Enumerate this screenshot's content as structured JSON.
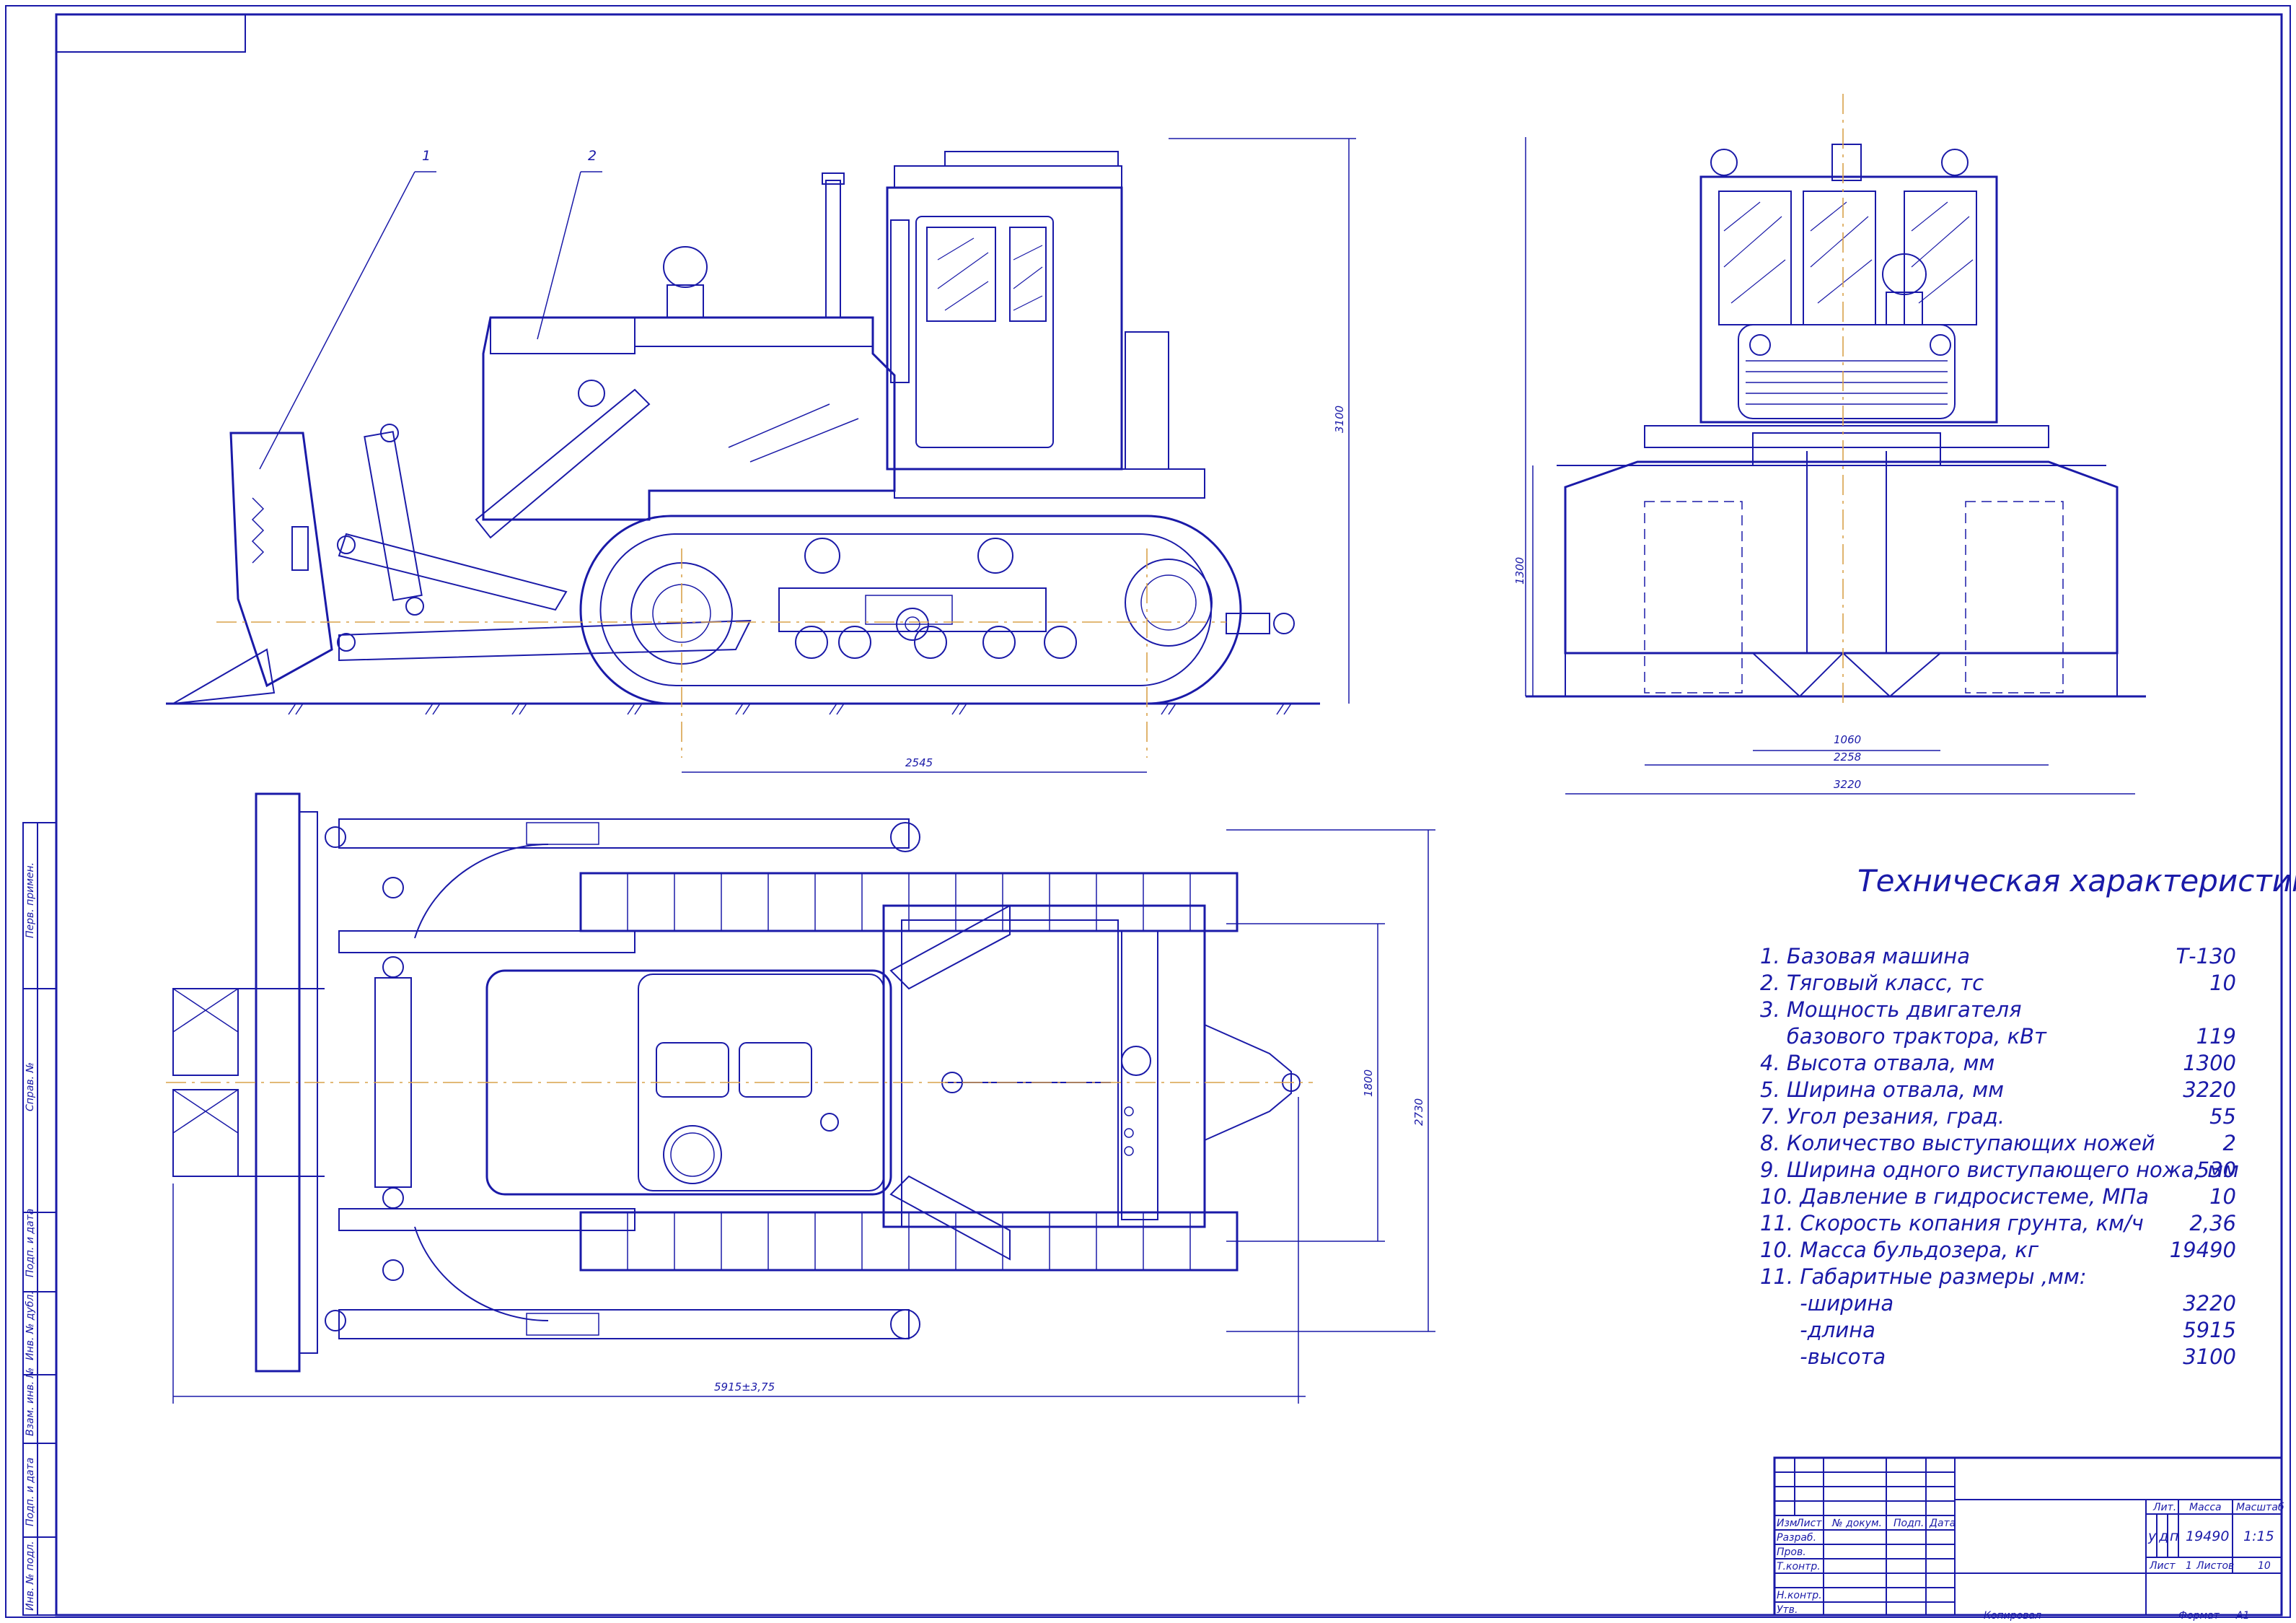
{
  "callouts": [
    "1",
    "2"
  ],
  "dimensions": {
    "side_height": "3100",
    "side_base": "2545",
    "front_blade_height": "1300",
    "front_w1": "1060",
    "front_w2": "2258",
    "front_w3": "3220",
    "plan_inner_width": "1800",
    "plan_total_width": "2730",
    "plan_length": "5915±3,75"
  },
  "spec": {
    "title": "Техническая характеристика",
    "rows": [
      {
        "label": "1.  Базовая машина",
        "value": "Т-130"
      },
      {
        "label": "2. Тяговый класс, тс",
        "value": "10"
      },
      {
        "label": "3. Мощность двигателя",
        "value": ""
      },
      {
        "label": "    базового трактора, кВт",
        "value": "119"
      },
      {
        "label": "4. Высота отвала, мм",
        "value": "1300"
      },
      {
        "label": "5. Ширина отвала, мм",
        "value": "3220"
      },
      {
        "label": "7. Угол  резания, град.",
        "value": "55"
      },
      {
        "label": "8. Количество выступающих ножей",
        "value": "2"
      },
      {
        "label": "9. Ширина одного виступающего ножа, мм",
        "value": "530"
      },
      {
        "label": "10. Давление в гидросистеме, МПа",
        "value": "10"
      },
      {
        "label": "11. Скорость  копания грунта, км/ч",
        "value": "2,36"
      },
      {
        "label": "10. Масса бульдозера, кг",
        "value": "19490"
      },
      {
        "label": "11. Габаритные размеры ,мм:",
        "value": ""
      },
      {
        "label": "      -ширина",
        "value": "3220"
      },
      {
        "label": "      -длина",
        "value": "5915"
      },
      {
        "label": "      -высота",
        "value": "3100"
      }
    ]
  },
  "title_block": {
    "hdr_izm": "Изм",
    "hdr_list": "Лист",
    "hdr_doc": "№ докум.",
    "hdr_podp": "Подп.",
    "hdr_data": "Дата",
    "razrab": "Разраб.",
    "prov": "Пров.",
    "tkontr": "Т.контр.",
    "nkontr": "Н.контр.",
    "utv": "Утв.",
    "lit": "Лит.",
    "massa": "Масса",
    "masshtab": "Масштаб",
    "lit_u": "у",
    "lit_d": "д",
    "lit_p": "п",
    "mass_value": "19490",
    "scale_value": "1:15",
    "sheet_label": "Лист",
    "sheet_num": "1",
    "sheets_label": "Листов",
    "sheets_num": "10",
    "copied": "Копировал",
    "format_label": "Формат",
    "format_value": "А1"
  },
  "side_stamps": [
    "Перв. примен.",
    "Справ. №",
    "Подп. и дата",
    "Инв. № дубл.",
    "Взам. инв. №",
    "Подп. и дата",
    "Инв. № подл."
  ]
}
